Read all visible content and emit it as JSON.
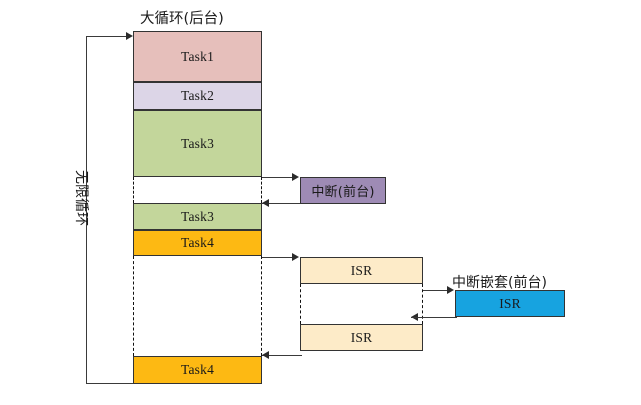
{
  "diagram": {
    "title_main_loop": "大循环(后台)",
    "label_infinite_loop": "无限循环",
    "label_interrupt": "中断(前台)",
    "label_nested_interrupt": "中断嵌套(前台)",
    "tasks": [
      {
        "name": "task1",
        "label": "Task1",
        "color": "#e6bfbb"
      },
      {
        "name": "task2",
        "label": "Task2",
        "color": "#dcd5e7"
      },
      {
        "name": "task3-first",
        "label": "Task3",
        "color": "#c3d69b"
      },
      {
        "name": "task3-second",
        "label": "Task3",
        "color": "#c3d69b"
      },
      {
        "name": "task4-first",
        "label": "Task4",
        "color": "#fdb913"
      },
      {
        "name": "task4-second",
        "label": "Task4",
        "color": "#fdb913"
      }
    ],
    "interrupt_box": {
      "label": "中断(前台)",
      "color": "#9e8bb5"
    },
    "isr_boxes": [
      {
        "label": "ISR",
        "color": "#fdebc8"
      },
      {
        "label": "ISR",
        "color": "#fdebc8"
      }
    ],
    "nested_isr_box": {
      "label": "ISR",
      "color": "#17a3e0"
    },
    "colors": {
      "task1": "#e6bfbb",
      "task2": "#dcd5e7",
      "task3": "#c3d69b",
      "task4": "#fdb913",
      "interrupt": "#9e8bb5",
      "isr": "#fdebc8",
      "nested_isr": "#17a3e0",
      "stroke": "#333333"
    }
  }
}
